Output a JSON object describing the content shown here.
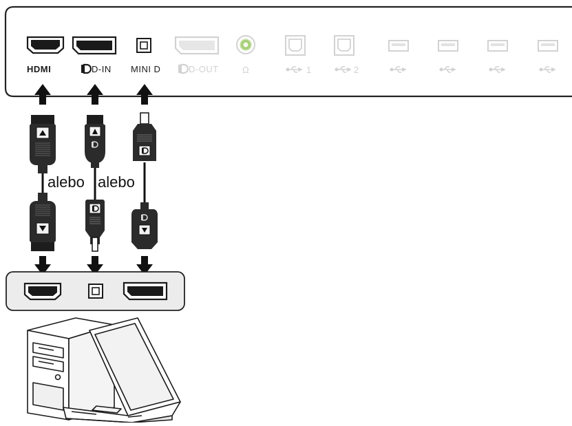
{
  "monitor_panel": {
    "ports": [
      {
        "id": "hdmi",
        "label": "HDMI",
        "active": true
      },
      {
        "id": "dp-in",
        "label": "D-IN",
        "active": true
      },
      {
        "id": "mini-dp",
        "label": "MINI D",
        "active": true
      },
      {
        "id": "dp-out",
        "label": "D-OUT",
        "active": false
      },
      {
        "id": "headphone",
        "label": "Ω",
        "active": false
      },
      {
        "id": "usb-up-1",
        "label": "1",
        "active": false
      },
      {
        "id": "usb-up-2",
        "label": "2",
        "active": false
      },
      {
        "id": "usb-a-1",
        "label": "",
        "active": false
      },
      {
        "id": "usb-a-2",
        "label": "",
        "active": false
      },
      {
        "id": "usb-a-3",
        "label": "",
        "active": false
      },
      {
        "id": "usb-a-4",
        "label": "",
        "active": false
      }
    ]
  },
  "cables": {
    "separator_text": "alebo"
  },
  "colors": {
    "active": "#1a1a1a",
    "inactive": "#d2d2d2",
    "headphone_jack": "#a8d07a",
    "computer_panel_fill": "#ececec"
  }
}
